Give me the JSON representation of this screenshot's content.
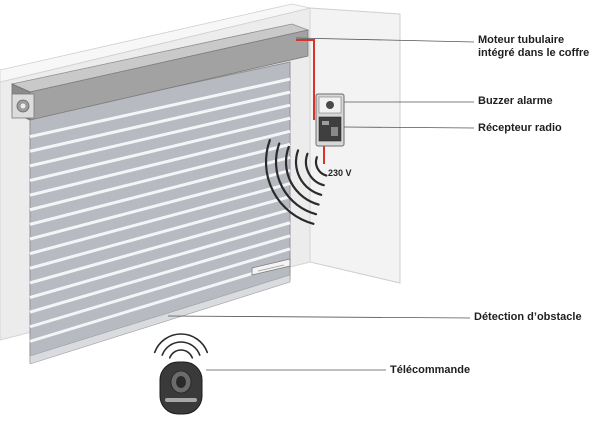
{
  "labels": {
    "motor_line1": "Moteur tubulaire",
    "motor_line2": "intégré dans le coffre",
    "buzzer": "Buzzer alarme",
    "receiver": "Récepteur radio",
    "voltage": "230 V",
    "obstacle": "Détection d’obstacle",
    "remote": "Télécommande"
  },
  "colors": {
    "wire": "#d9342b",
    "wall": "#f2f2f2",
    "wall_edge": "#c8c8c8",
    "shutter": "#b9bcc2",
    "shutter_line": "#f4f5f7",
    "housing": "#9a9a9a",
    "leader": "#555555"
  },
  "slat_count": 15
}
